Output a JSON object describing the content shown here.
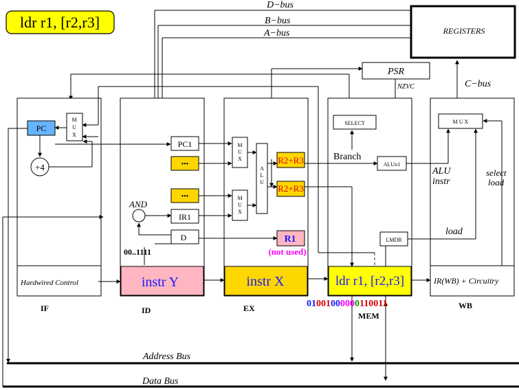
{
  "title_badge": "ldr r1, [r2,r3]",
  "buses": {
    "d_bus": "D−bus",
    "b_bus": "B−bus",
    "a_bus": "A−bus",
    "c_bus": "C−bus",
    "address_bus": "Address Bus",
    "data_bus": "Data Bus"
  },
  "registers": "REGISTERS",
  "psr": "PSR",
  "nzvc": "NZVC",
  "stages": {
    "if": "IF",
    "id": "ID",
    "ex": "EX",
    "mem": "MEM",
    "wb": "WB"
  },
  "if_stage": {
    "pc": "PC",
    "mux": [
      "M",
      "U",
      "X"
    ],
    "plus4": "+4",
    "hardwired_control": "Hardwired Control"
  },
  "id_stage": {
    "pc1": "PC1",
    "dots": "•••",
    "ir1": "IR1",
    "d": "D",
    "and": "AND",
    "mask": "00..1111",
    "instr": "instr Y"
  },
  "ex_stage": {
    "mux": [
      "M",
      "U",
      "X"
    ],
    "alu": [
      "A",
      "L",
      "U"
    ],
    "r2r3_top": "R2+R3",
    "r2r3_bottom": "R2+R3",
    "r1": "R1",
    "not_used": "(not used)",
    "instr": "instr X"
  },
  "mem_stage": {
    "select": "SELECT",
    "branch": "Branch",
    "aluo1": "ALUo1",
    "lmdr": "LMDR",
    "instr": "ldr r1, [r2,r3]",
    "encoding": [
      {
        "text": "01",
        "color": "#1a1aff"
      },
      {
        "text": "001",
        "color": "#dd0000"
      },
      {
        "text": "00",
        "color": "#1a1aff"
      },
      {
        "text": "000",
        "color": "#ff00ff"
      },
      {
        "text": "0",
        "color": "#009900"
      },
      {
        "text": "110011",
        "color": "#dd0000"
      }
    ]
  },
  "wb_stage": {
    "mux": "M U X",
    "alu_instr": [
      "ALU",
      "instr"
    ],
    "select_load": [
      "select",
      "load"
    ],
    "load": "load",
    "instr": "IR(WB) + Circuitry"
  },
  "colors": {
    "badge": "#ffff00",
    "pc": "#66b3ff",
    "pink": "#ffb6c1",
    "gold": "#ffd700",
    "yellow": "#ffff00",
    "blue_text": "#1a1aff",
    "red_text": "#dd0000",
    "magenta_text": "#ff00ff"
  }
}
